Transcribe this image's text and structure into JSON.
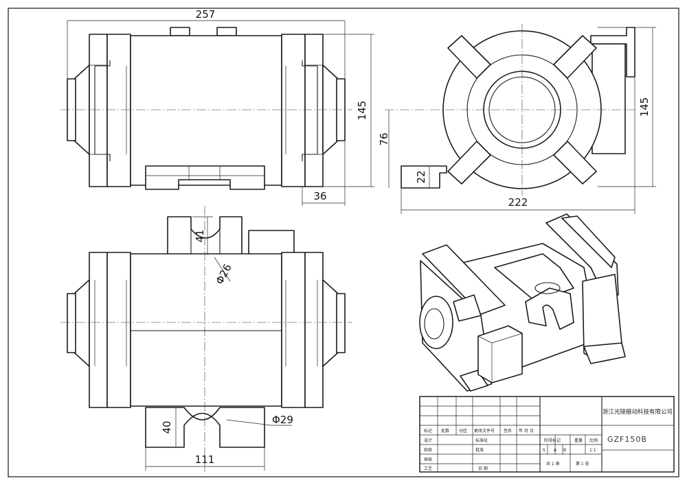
{
  "dimensions": {
    "top_front_width": "257",
    "top_front_height": "145",
    "top_front_flange": "36",
    "side_height": "145",
    "side_axis_height": "76",
    "side_base": "22",
    "side_width": "222",
    "front_slot_depth": "41",
    "front_slot_dia": "Φ26",
    "front_bracket_height": "40",
    "front_bracket_width": "111",
    "front_slot_dia2": "Φ29"
  },
  "title_block": {
    "company": "浙江光陵振动科技有限公司",
    "drawing_no": "GZF150B",
    "row_labels": [
      "标记",
      "处数",
      "分区",
      "更改文件号",
      "签名",
      "年 月 日"
    ],
    "design": "设计",
    "standardize": "标准化",
    "check": "校核",
    "process_review": "审核",
    "approve": "批准",
    "craft": "工艺",
    "date": "日 期",
    "stage_mark": "阶段标记",
    "weight": "重量",
    "scale": "比例",
    "stage_s": "S",
    "stage_a": "A",
    "stage_b": "B",
    "scale_value": "1:1",
    "sheets_total": "共 1 章",
    "sheet_no": "第 1 张"
  }
}
